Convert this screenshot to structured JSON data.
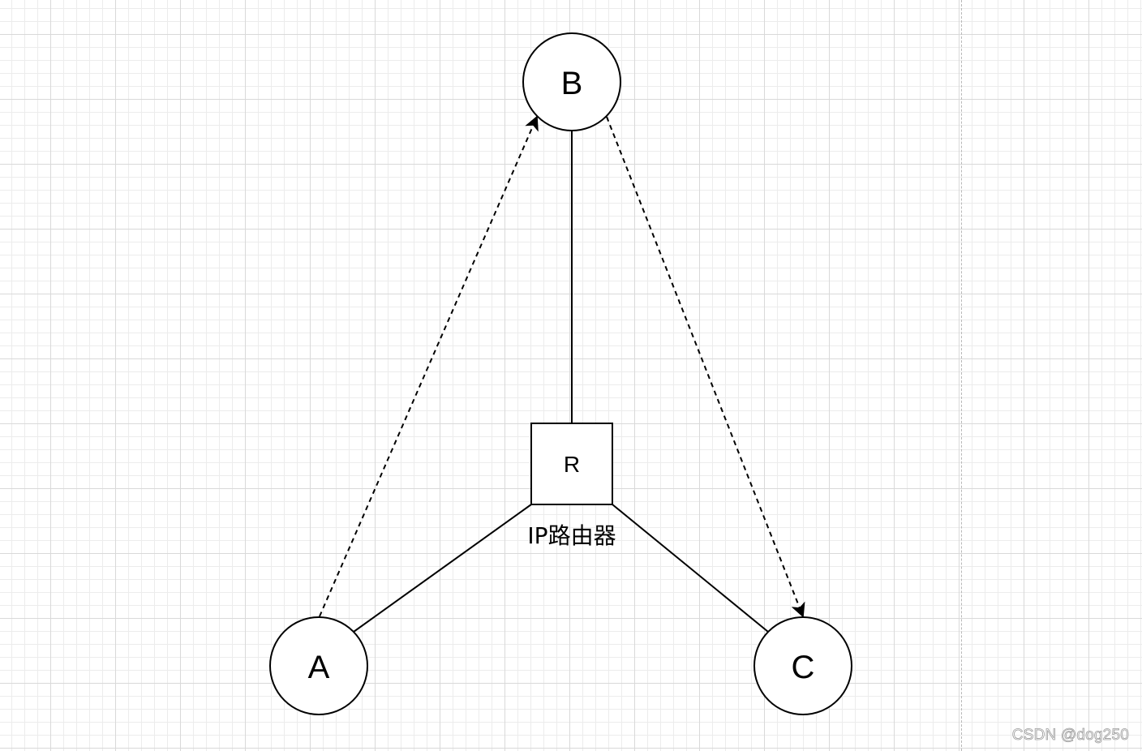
{
  "nodes": {
    "a": {
      "label": "A"
    },
    "b": {
      "label": "B"
    },
    "c": {
      "label": "C"
    }
  },
  "router": {
    "label": "R",
    "caption": "IP路由器"
  },
  "watermark": "CSDN @dog250",
  "colors": {
    "stroke": "#000000",
    "grid_major": "#d9d9d9",
    "grid_minor": "#ececec",
    "page_break": "#b8b8b8",
    "background": "#ffffff"
  }
}
